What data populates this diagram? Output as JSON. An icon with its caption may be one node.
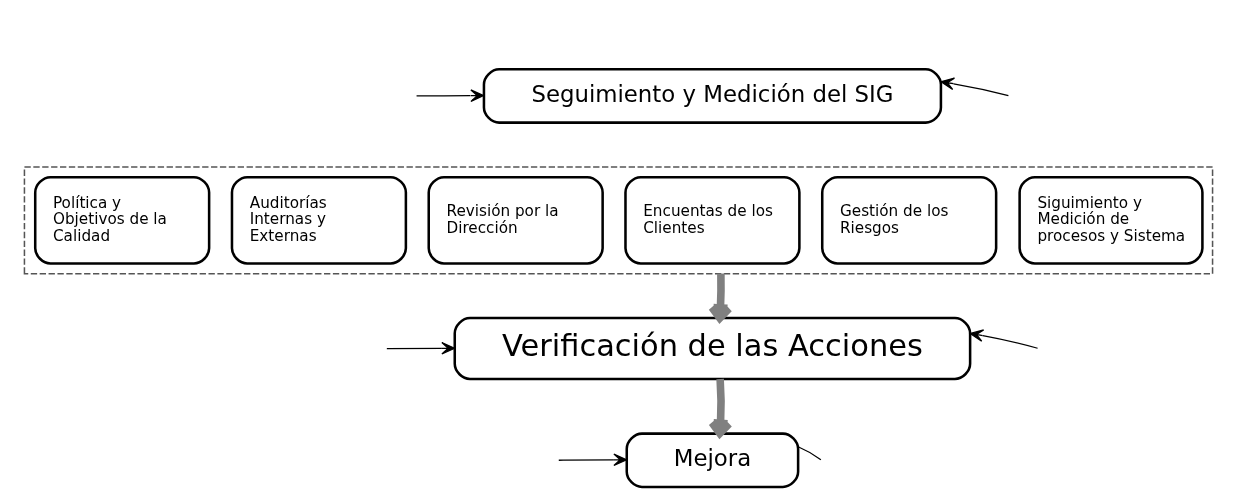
{
  "diagram": {
    "nodes": [
      {
        "text": [
          "Seguimiento y Medición del SIG"
        ]
      },
      {
        "text": [],
        "shape": "box"
      },
      {
        "text": [
          "Política y Objetivos de la Calidad"
        ],
        "in": 1
      },
      {
        "text": [
          "Auditorías Internas y Externas"
        ],
        "in": 1
      },
      {
        "text": [
          "Revisión por la Dirección"
        ],
        "in": 1
      },
      {
        "text": [
          "Encuentas de los Clientes"
        ],
        "in": 1
      },
      {
        "text": [
          "Gestión de los Riesgos"
        ],
        "in": 1
      },
      {
        "text": [
          "Siguimiento y Medición de procesos y Sistema"
        ],
        "in": 1
      },
      {
        "text": [
          "Verificación de las Acciones"
        ]
      },
      {
        "text": [
          "Mejora"
        ]
      }
    ],
    "edges": [
      {
        "from": 1,
        "to": 8,
        "arrow": "to",
        "style": "thick",
        "color": "#808080"
      },
      {
        "from": 8,
        "to": 9,
        "arrow": "to",
        "style": "thick",
        "color": "#808080"
      },
      {
        "from": null,
        "to": 0,
        "arrow": "to"
      },
      {
        "from": null,
        "to": 8,
        "arrow": "to"
      },
      {
        "from": null,
        "to": 9,
        "arrow": "to"
      },
      {
        "from": null,
        "to": 0,
        "arrow": "to"
      },
      {
        "from": null,
        "to": 8,
        "arrow": "to"
      },
      {
        "from": 9,
        "to": null,
        "arrow": "none"
      }
    ]
  }
}
